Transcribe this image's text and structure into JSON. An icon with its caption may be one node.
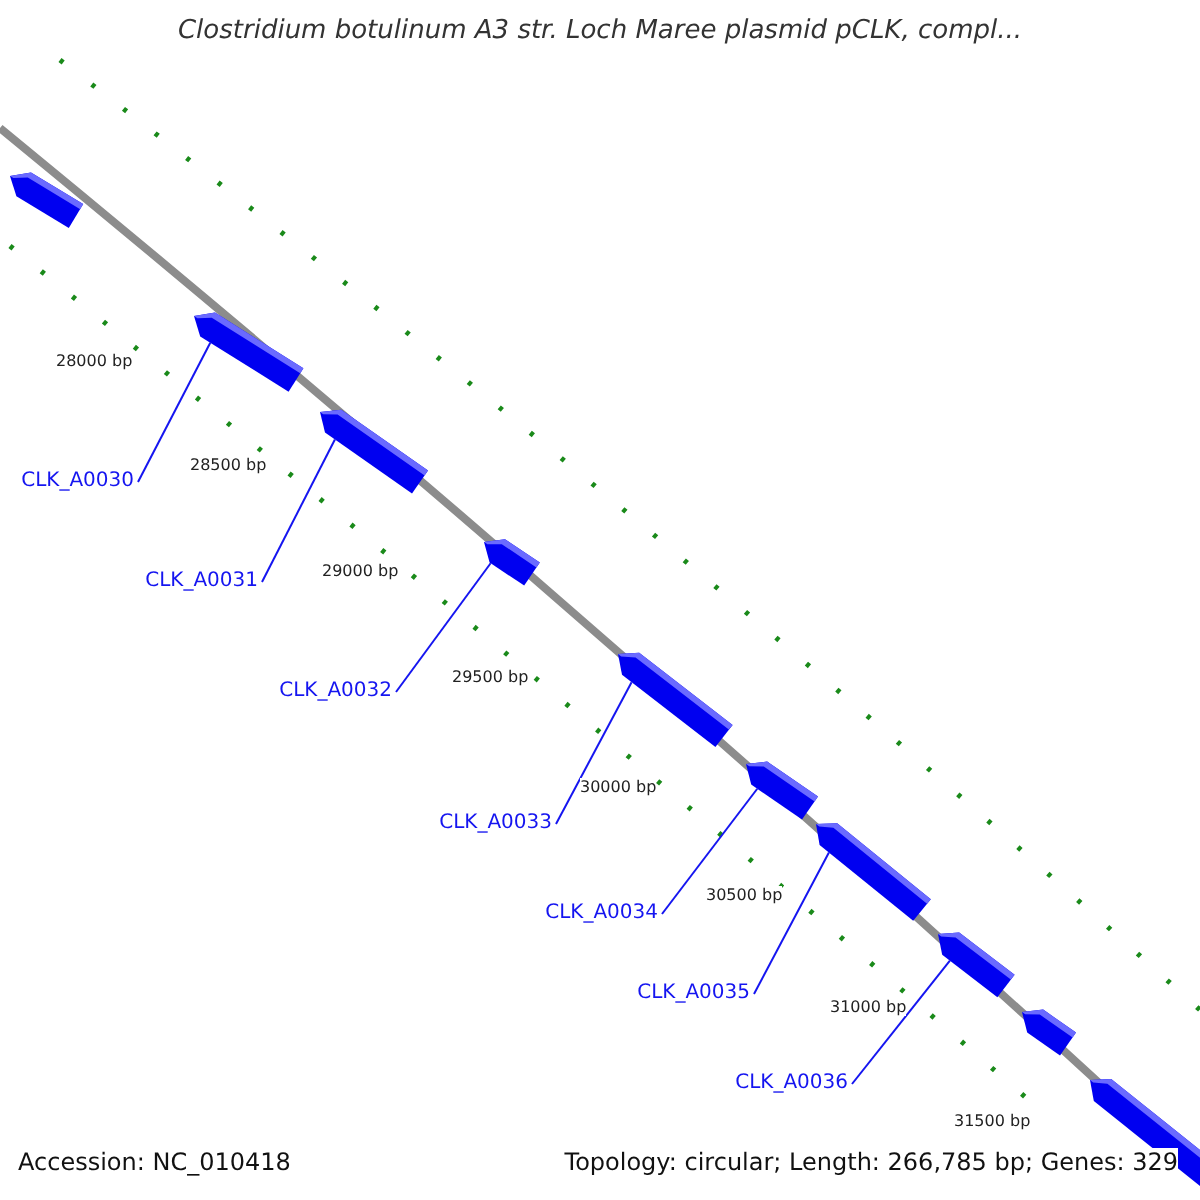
{
  "diagram": {
    "title": "Clostridium botulinum A3 str. Loch Maree plasmid pCLK, compl...",
    "nodes": [
      {
        "text": [],
        "shape": "bar"
      },
      {
        "text": [],
        "shape": "bar"
      },
      {
        "text": [],
        "shape": "bar"
      },
      {
        "text": [],
        "shape": "bar"
      },
      {
        "text": [],
        "shape": "bar"
      },
      {
        "text": [],
        "shape": "bar"
      },
      {
        "text": [],
        "shape": "bar"
      },
      {
        "text": [],
        "shape": "bar"
      },
      {
        "text": [],
        "shape": "bar"
      },
      {
        "text": [],
        "shape": "bar"
      },
      {
        "text": [
          "CLK_A0030"
        ]
      },
      {
        "text": [
          "CLK_A0031"
        ]
      },
      {
        "text": [
          "CLK_A0032"
        ]
      },
      {
        "text": [
          "CLK_A0033"
        ]
      },
      {
        "text": [
          "CLK_A0034"
        ]
      },
      {
        "text": [
          "CLK_A0035"
        ]
      },
      {
        "text": [
          "CLK_A0036"
        ]
      }
    ],
    "edges": [
      {
        "from": 10,
        "to": 1,
        "arrow": "none"
      },
      {
        "from": 11,
        "to": 2,
        "arrow": "none"
      },
      {
        "from": 12,
        "to": 3,
        "arrow": "none"
      },
      {
        "from": 13,
        "to": 4,
        "arrow": "none"
      },
      {
        "from": 14,
        "to": 5,
        "arrow": "none"
      },
      {
        "from": 15,
        "to": 6,
        "arrow": "none"
      },
      {
        "from": 16,
        "to": 7,
        "arrow": "none"
      }
    ],
    "labels": [
      "28000 bp",
      "28500 bp",
      "29000 bp",
      "29500 bp",
      "30000 bp",
      "30500 bp",
      "31000 bp",
      "31500 bp",
      "Accession: NC_010418",
      "Topology: circular; Length: 266,785 bp; Genes: 329"
    ]
  }
}
